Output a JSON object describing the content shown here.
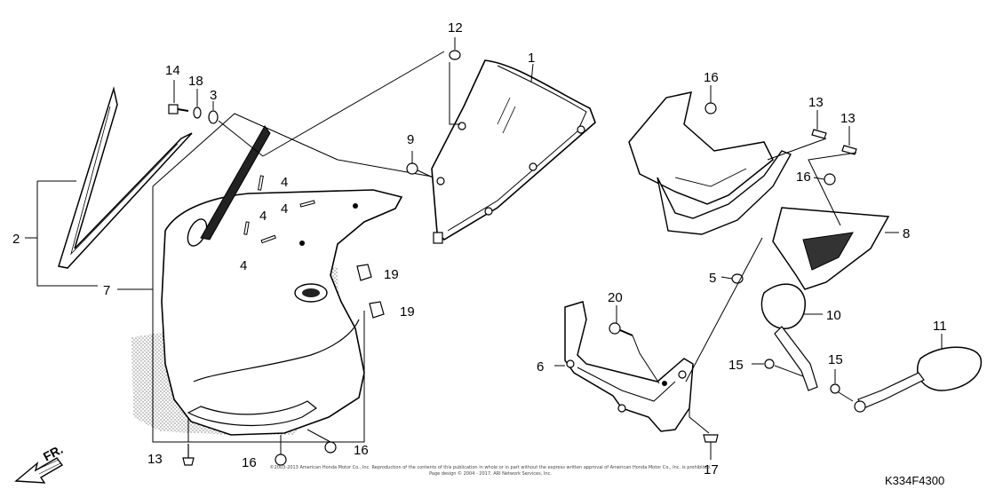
{
  "diagram": {
    "code": "K334F4300",
    "direction_label": "FR.",
    "copyright_line1": "©2003-2013 American Honda Motor Co., Inc. Reproduction of the contents of this publication in whole or in part without the express written approval of American Honda Motor Co., Inc. is prohibited.",
    "copyright_line2": "Page design © 2004 - 2017, ARI Network Services, Inc."
  },
  "callouts": [
    {
      "id": "c1",
      "label": "1"
    },
    {
      "id": "c2",
      "label": "2"
    },
    {
      "id": "c3",
      "label": "3"
    },
    {
      "id": "c4a",
      "label": "4"
    },
    {
      "id": "c4b",
      "label": "4"
    },
    {
      "id": "c4c",
      "label": "4"
    },
    {
      "id": "c4d",
      "label": "4"
    },
    {
      "id": "c5",
      "label": "5"
    },
    {
      "id": "c6",
      "label": "6"
    },
    {
      "id": "c7",
      "label": "7"
    },
    {
      "id": "c8",
      "label": "8"
    },
    {
      "id": "c9",
      "label": "9"
    },
    {
      "id": "c10",
      "label": "10"
    },
    {
      "id": "c11",
      "label": "11"
    },
    {
      "id": "c12",
      "label": "12"
    },
    {
      "id": "c13a",
      "label": "13"
    },
    {
      "id": "c13b",
      "label": "13"
    },
    {
      "id": "c13c",
      "label": "13"
    },
    {
      "id": "c14",
      "label": "14"
    },
    {
      "id": "c15a",
      "label": "15"
    },
    {
      "id": "c15b",
      "label": "15"
    },
    {
      "id": "c16a",
      "label": "16"
    },
    {
      "id": "c16b",
      "label": "16"
    },
    {
      "id": "c16c",
      "label": "16"
    },
    {
      "id": "c16d",
      "label": "16"
    },
    {
      "id": "c17",
      "label": "17"
    },
    {
      "id": "c18",
      "label": "18"
    },
    {
      "id": "c19a",
      "label": "19"
    },
    {
      "id": "c19b",
      "label": "19"
    },
    {
      "id": "c20",
      "label": "20"
    }
  ]
}
